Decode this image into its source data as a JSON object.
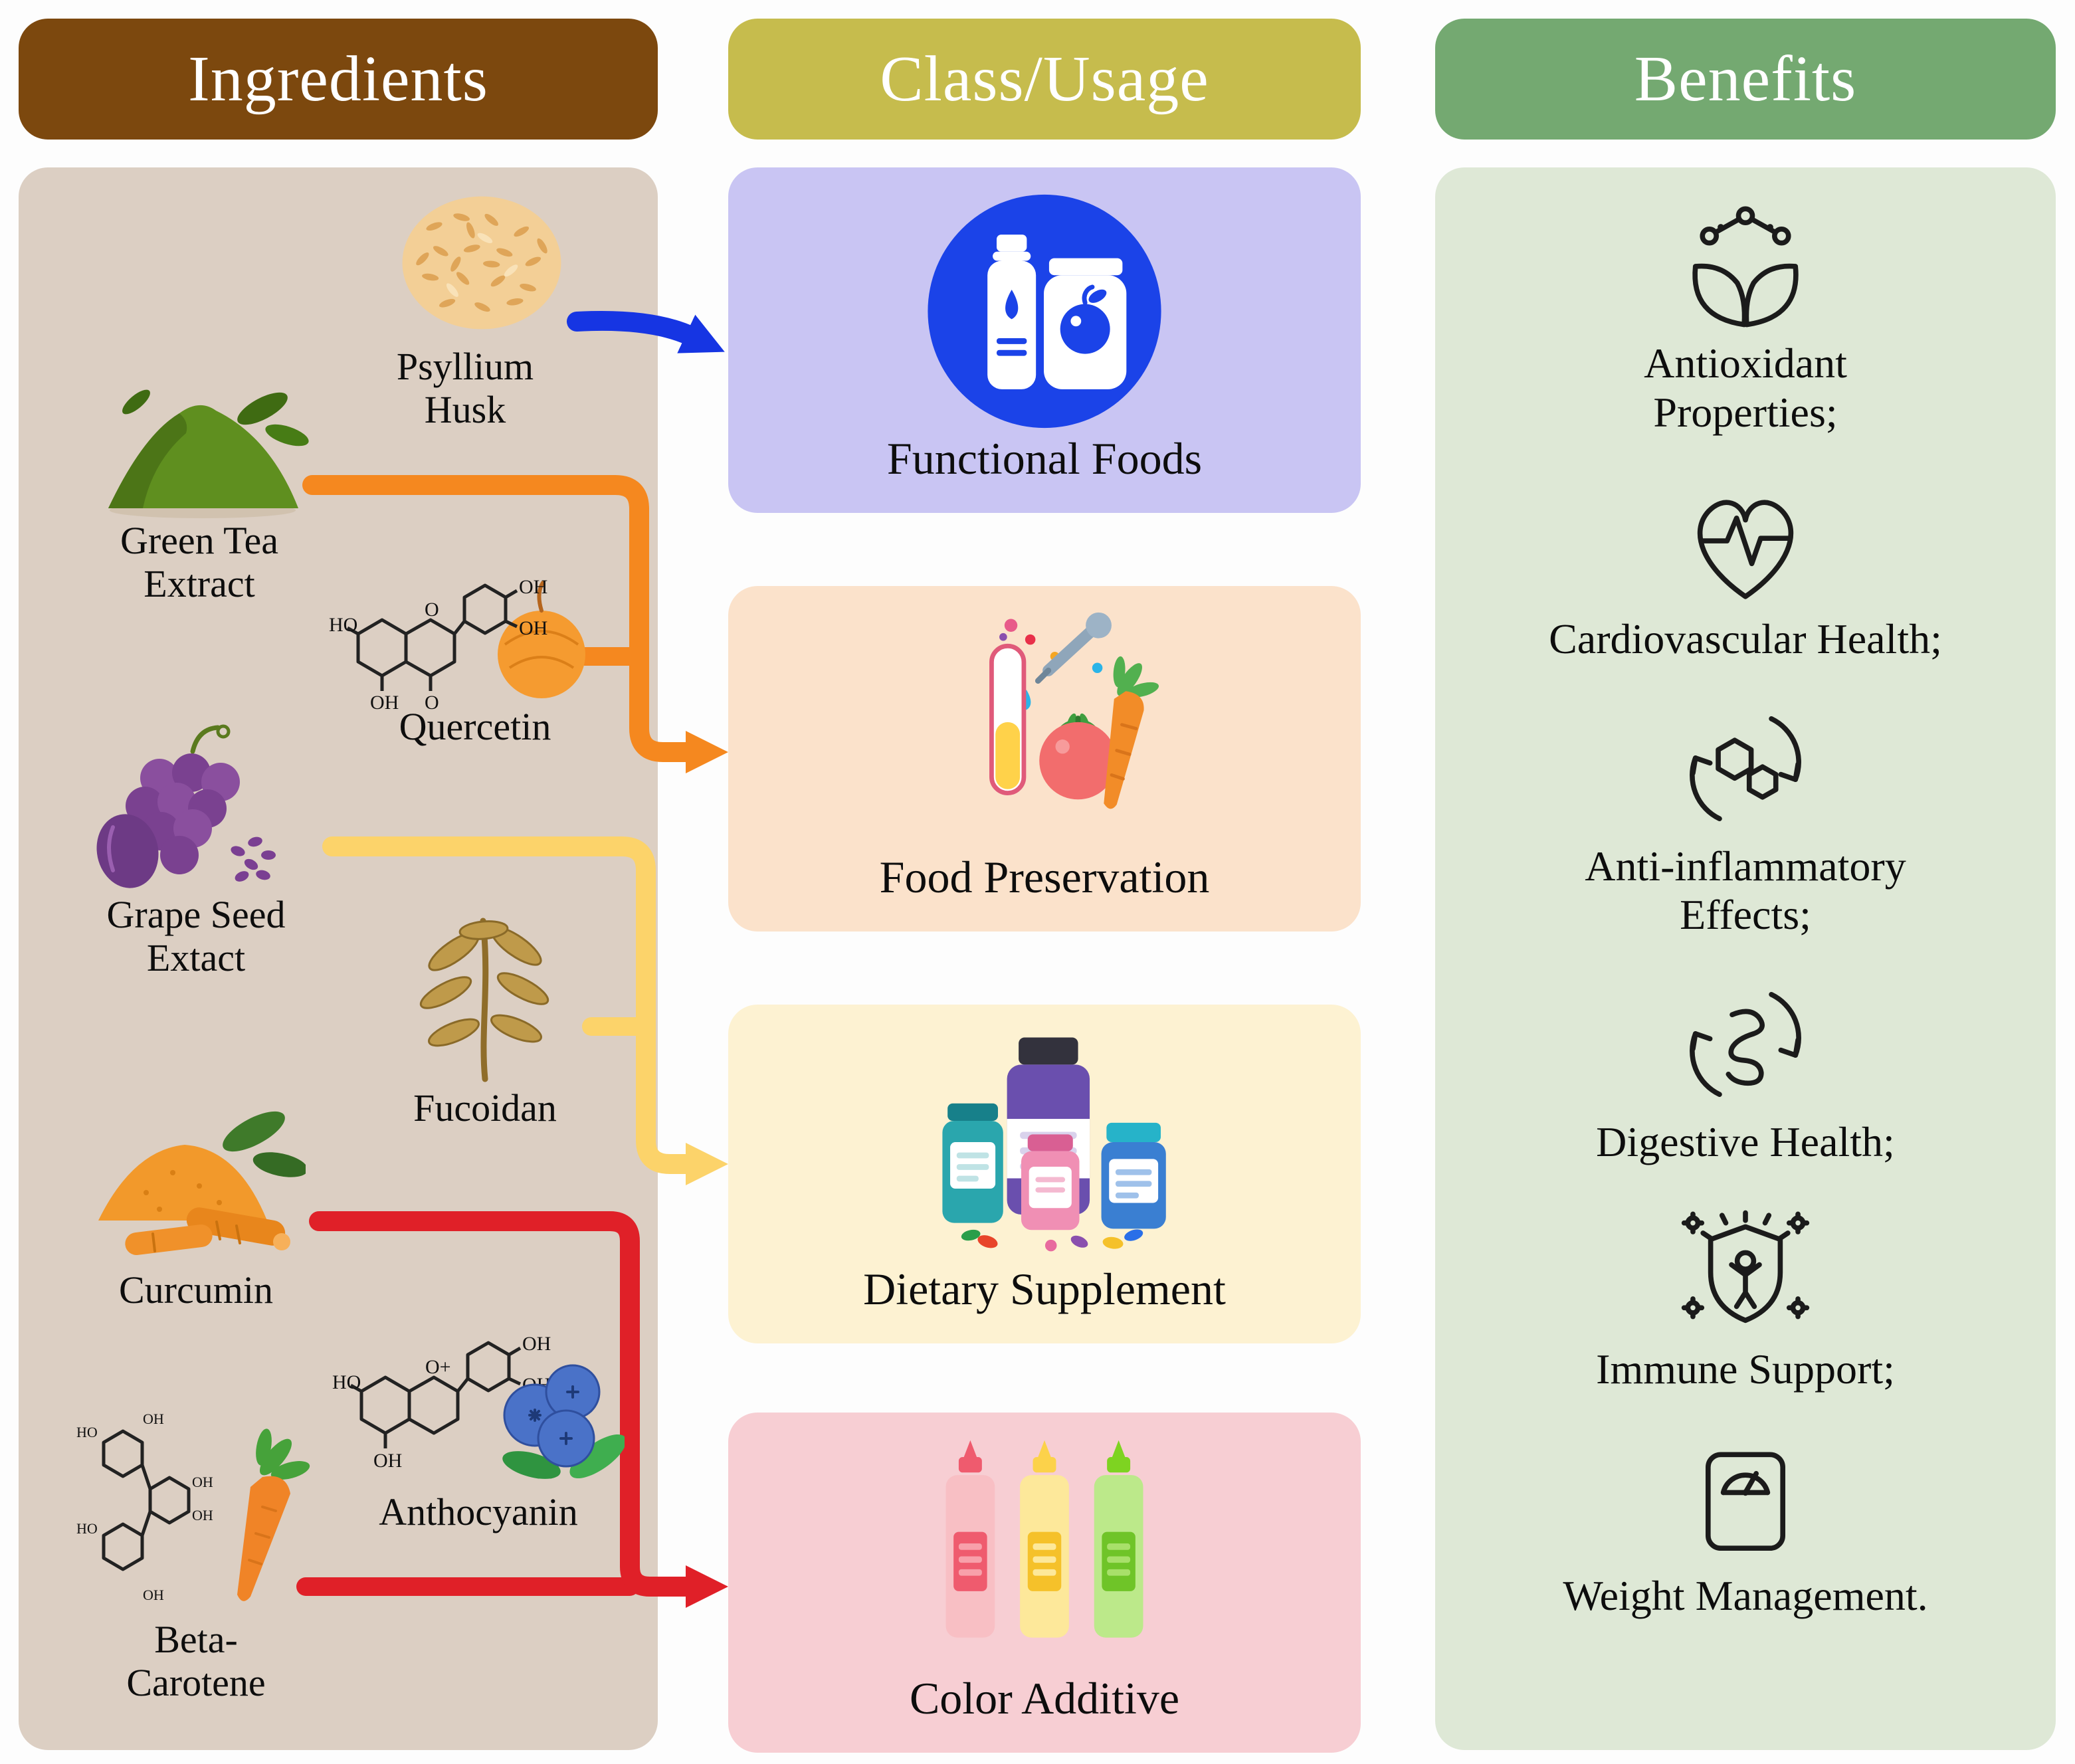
{
  "headers": {
    "ingredients": "Ingredients",
    "class_usage": "Class/Usage",
    "benefits": "Benefits"
  },
  "ingredients": [
    {
      "label": "Psyllium Husk"
    },
    {
      "label": "Green Tea Extract"
    },
    {
      "label": "Quercetin"
    },
    {
      "label": "Grape Seed Extact"
    },
    {
      "label": "Fucoidan"
    },
    {
      "label": "Curcumin"
    },
    {
      "label": "Anthocyanin"
    },
    {
      "label": "Beta-Carotene"
    }
  ],
  "classes": [
    {
      "label": "Functional Foods",
      "box_color": "#c9c5f3",
      "arrow_color": "#1635e3"
    },
    {
      "label": "Food Preservation",
      "box_color": "#fbe2cb",
      "arrow_color": "#f5881f"
    },
    {
      "label": "Dietary Supplement",
      "box_color": "#fdf2d2",
      "arrow_color": "#fcd36a"
    },
    {
      "label": "Color Additive",
      "box_color": "#f7ced3",
      "arrow_color": "#e02028"
    }
  ],
  "benefits": [
    {
      "label": "Antioxidant Properties;"
    },
    {
      "label": "Cardiovascular Health;"
    },
    {
      "label": "Anti-inflammatory Effects;"
    },
    {
      "label": "Digestive Health;"
    },
    {
      "label": "Immune Support;"
    },
    {
      "label": "Weight Management."
    }
  ],
  "chem": {
    "oh": "OH",
    "ho": "HO",
    "o": "O",
    "o_plus": "O+"
  },
  "palette": {
    "ingredients_header": "#7c480e",
    "class_header": "#c6bc4d",
    "benefits_header": "#74a971",
    "ingredients_panel": "#dccfc3",
    "benefits_panel": "#dee8d6"
  }
}
